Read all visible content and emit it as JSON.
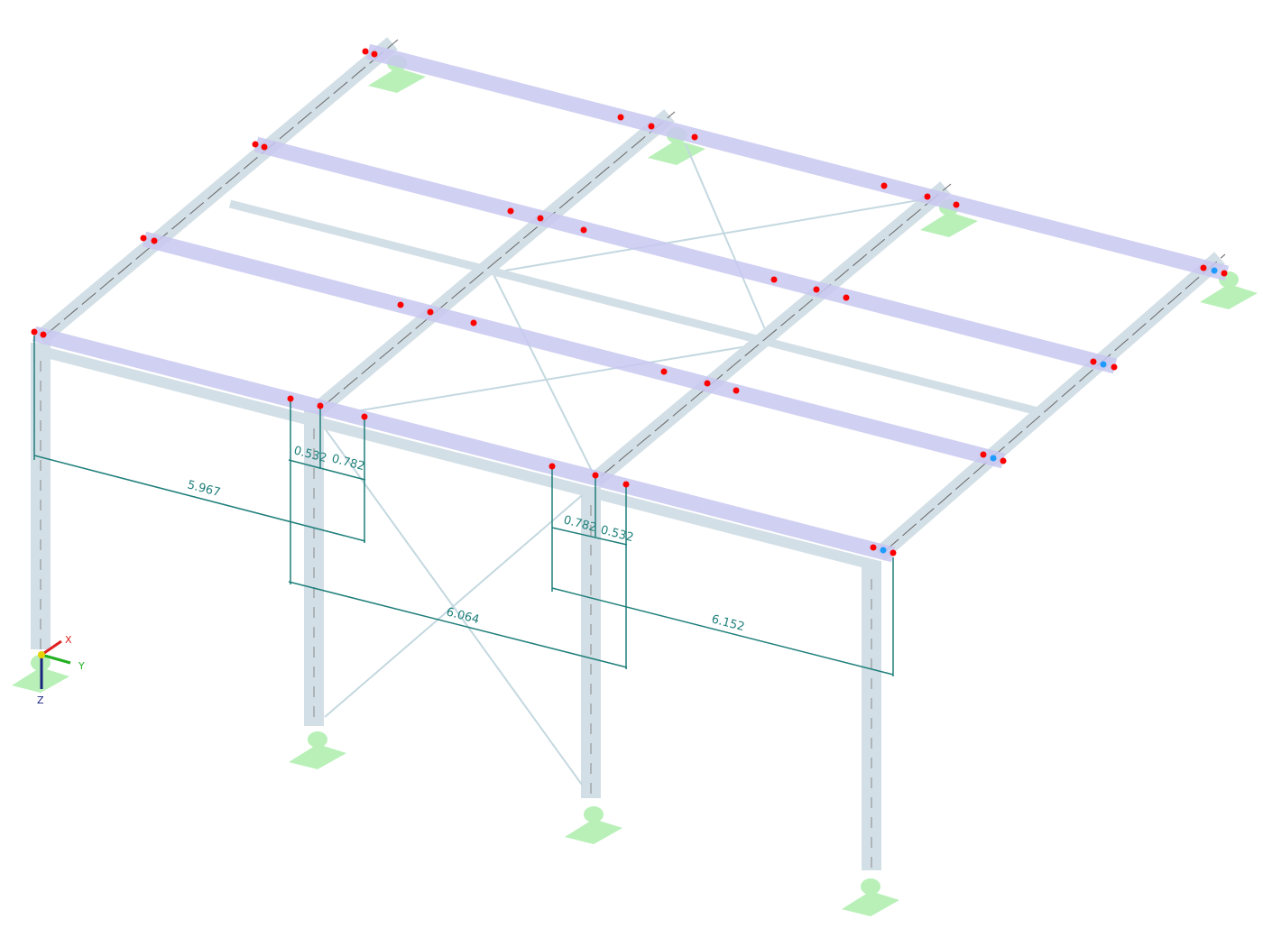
{
  "dimensions": {
    "span_left": "5.967",
    "span_middle": "6.064",
    "span_right": "6.152",
    "offset_left_a": "0.532",
    "offset_left_b": "0.782",
    "offset_right_a": "0.782",
    "offset_right_b": "0.532"
  },
  "axes": {
    "x": "X",
    "y": "Y",
    "z": "Z"
  },
  "colors": {
    "member": "#d3dfe6",
    "purlin": "#c8c8f0",
    "support": "#b8f0b8",
    "node": "#ff0000",
    "node_special": "#1e9bff",
    "dimension": "#1e7f7a"
  }
}
